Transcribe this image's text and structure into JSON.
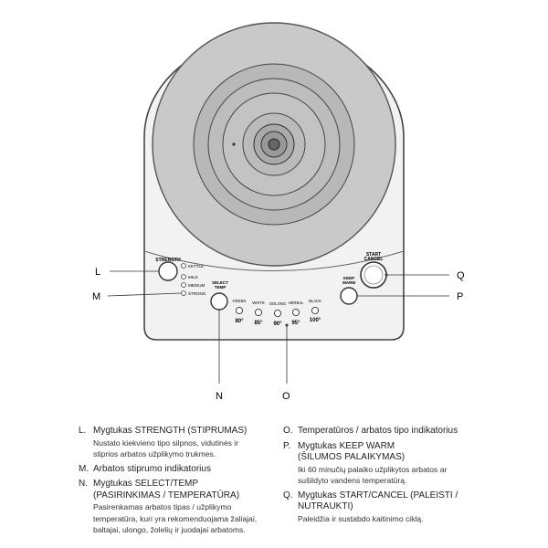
{
  "panel": {
    "strength_label": "STRENGTH",
    "strength_levels": [
      "KETTLE",
      "MILD",
      "MEDIUM",
      "STRONG"
    ],
    "select_temp_label": [
      "SELECT",
      "TEMP"
    ],
    "keep_warm_label": [
      "KEEP",
      "WARM"
    ],
    "start_cancel_label": [
      "START",
      "CANCEL"
    ],
    "tea_types": [
      {
        "name": "GREEN",
        "temp": "80°"
      },
      {
        "name": "WHITE",
        "temp": "85°"
      },
      {
        "name": "OOLONG",
        "temp": "90°"
      },
      {
        "name": "HERBAL",
        "temp": "95°"
      },
      {
        "name": "BLACK",
        "temp": "100°"
      }
    ]
  },
  "callouts": {
    "L": "L",
    "M": "M",
    "N": "N",
    "O": "O",
    "P": "P",
    "Q": "Q"
  },
  "legend": {
    "left": [
      {
        "letter": "L.",
        "title": [
          "Mygtukas STRENGTH (STIPRUMAS)"
        ],
        "desc": [
          "Nustato kiekvieno tipo silpnos, vidutinės ir",
          "stiprios arbatos užplikymo trukmes."
        ]
      },
      {
        "letter": "M.",
        "title": [
          "Arbatos stiprumo indikatorius"
        ],
        "desc": []
      },
      {
        "letter": "N.",
        "title": [
          "Mygtukas SELECT/TEMP",
          "(PASIRINKIMAS / TEMPERATŪRA)"
        ],
        "desc": [
          "Pasirenkamas arbatos tipas / užplikymo",
          "temperatūra, kuri yra rekomenduojama žaliajai,",
          "baltajai, ulongo, žolelių ir juodajai arbatoms."
        ]
      }
    ],
    "right": [
      {
        "letter": "O.",
        "title": [
          "Temperatūros / arbatos tipo indikatorius"
        ],
        "desc": []
      },
      {
        "letter": "P.",
        "title": [
          "Mygtukas KEEP WARM",
          "(ŠILUMOS PALAIKYMAS)"
        ],
        "desc": [
          "Iki 60 minučių palaiko užplikytos arbatos ar",
          "sušildyto vandens temperatūrą."
        ]
      },
      {
        "letter": "Q.",
        "title": [
          "Mygtukas START/CANCEL (PALEISTI /",
          "NUTRAUKTI)"
        ],
        "desc": [
          "Paleidžia ir sustabdo kaitinimo ciklą."
        ]
      }
    ]
  }
}
